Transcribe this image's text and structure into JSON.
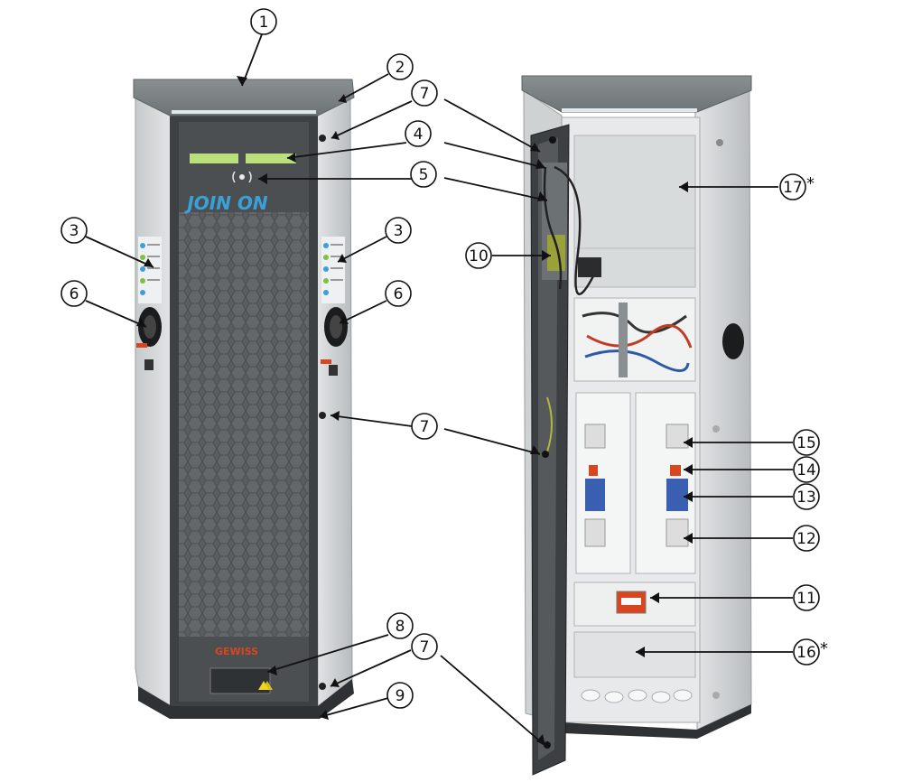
{
  "brand": {
    "product_logo": "JOIN ON",
    "maker_logo": "GEWISS"
  },
  "colors": {
    "body_light": "#d9dcdd",
    "body_mid": "#b9bdbf",
    "front_dark": "#55585b",
    "roof": "#8d9294",
    "display_green": "#b9e07a",
    "logo_blue": "#3aa0d8",
    "logo_green": "#7ec241",
    "brand_red": "#d9451f",
    "warning_yellow": "#f2d21b"
  },
  "callouts": [
    {
      "id": "c1",
      "label": "1",
      "asterisk": ""
    },
    {
      "id": "c2",
      "label": "2",
      "asterisk": ""
    },
    {
      "id": "c7a",
      "label": "7",
      "asterisk": ""
    },
    {
      "id": "c4",
      "label": "4",
      "asterisk": ""
    },
    {
      "id": "c5",
      "label": "5",
      "asterisk": ""
    },
    {
      "id": "c17",
      "label": "17",
      "asterisk": "*"
    },
    {
      "id": "c3l",
      "label": "3",
      "asterisk": ""
    },
    {
      "id": "c3r",
      "label": "3",
      "asterisk": ""
    },
    {
      "id": "c10",
      "label": "10",
      "asterisk": ""
    },
    {
      "id": "c6l",
      "label": "6",
      "asterisk": ""
    },
    {
      "id": "c6r",
      "label": "6",
      "asterisk": ""
    },
    {
      "id": "c7b",
      "label": "7",
      "asterisk": ""
    },
    {
      "id": "c15",
      "label": "15",
      "asterisk": ""
    },
    {
      "id": "c14",
      "label": "14",
      "asterisk": ""
    },
    {
      "id": "c13",
      "label": "13",
      "asterisk": ""
    },
    {
      "id": "c12",
      "label": "12",
      "asterisk": ""
    },
    {
      "id": "c11",
      "label": "11",
      "asterisk": ""
    },
    {
      "id": "c8",
      "label": "8",
      "asterisk": ""
    },
    {
      "id": "c7c",
      "label": "7",
      "asterisk": ""
    },
    {
      "id": "c16",
      "label": "16",
      "asterisk": "*"
    },
    {
      "id": "c9",
      "label": "9",
      "asterisk": ""
    }
  ]
}
